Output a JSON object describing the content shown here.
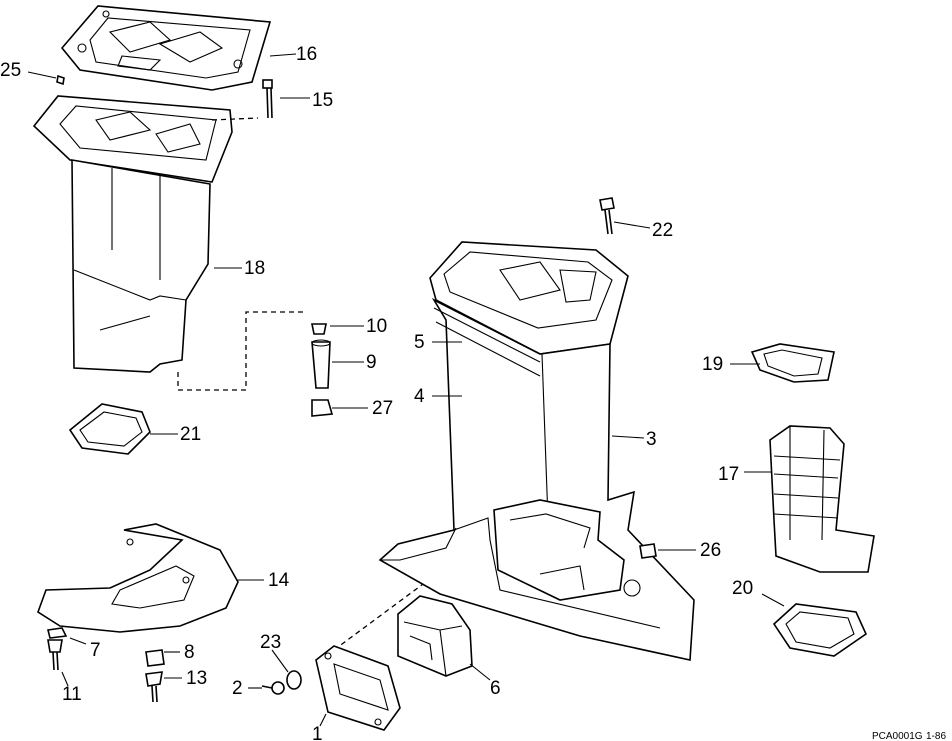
{
  "callouts": {
    "c1": "1",
    "c2": "2",
    "c3": "3",
    "c4": "4",
    "c5": "5",
    "c6": "6",
    "c7": "7",
    "c8": "8",
    "c9": "9",
    "c10": "10",
    "c11": "11",
    "c13": "13",
    "c14": "14",
    "c15": "15",
    "c16": "16",
    "c17": "17",
    "c18": "18",
    "c19": "19",
    "c20": "20",
    "c21": "21",
    "c22": "22",
    "c23": "23",
    "c25": "25",
    "c26": "26",
    "c27": "27"
  },
  "footer": {
    "figure_code": "PCA0001G",
    "figure_date": "1-86"
  }
}
